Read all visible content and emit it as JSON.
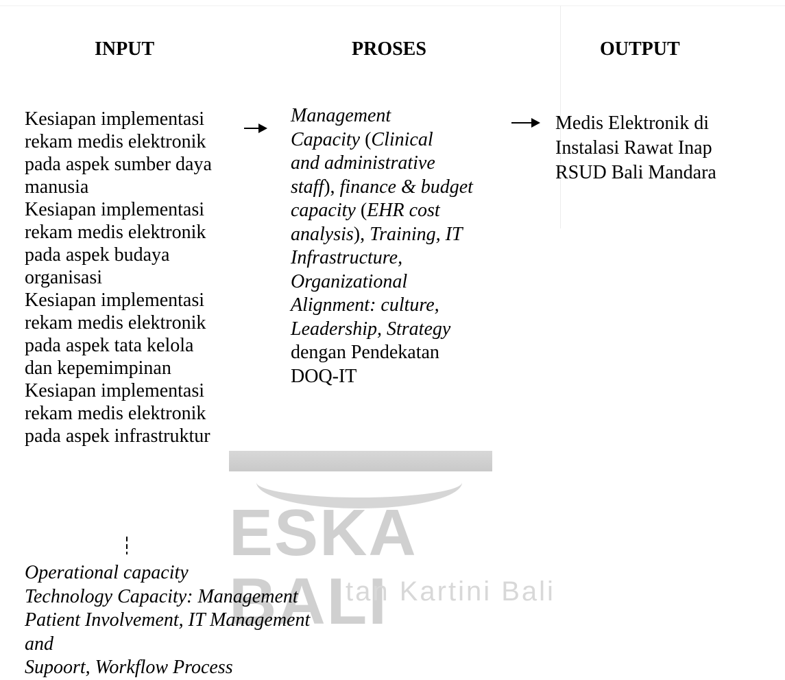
{
  "headings": {
    "input": "INPUT",
    "proses": "PROSES",
    "output": "OUTPUT"
  },
  "input_lines": [
    "Kesiapan implementasi",
    "rekam medis elektronik",
    "pada aspek sumber daya",
    "manusia",
    "Kesiapan implementasi",
    "rekam medis elektronik",
    "pada aspek budaya",
    "organisasi",
    "Kesiapan implementasi",
    "rekam medis elektronik",
    "pada aspek tata kelola",
    "dan kepemimpinan",
    "Kesiapan implementasi",
    "rekam medis elektronik",
    "pada aspek infrastruktur"
  ],
  "proses": {
    "l1": "Management",
    "l2a": "Capacity",
    "l2b": " (",
    "l2c": "Clinical",
    "l3": "and administrative",
    "l4a": "staff",
    "l4b": "), ",
    "l4c": "finance & budget",
    "l5a": "capacity",
    "l5b": " (",
    "l5c": "EHR cost",
    "l6a": "analysis",
    "l6b": "), ",
    "l6c": "Training,  IT",
    "l7": "Infrastructure,",
    "l8": "Organizational",
    "l9": "Alignment: culture,",
    "l10": "Leadership, Strategy",
    "l11": "dengan Pendekatan",
    "l12": "DOQ-IT"
  },
  "output_lines": [
    "Medis Elektronik di",
    "Instalasi Rawat Inap",
    "RSUD Bali Mandara"
  ],
  "bottom_lines": [
    "Operational capacity",
    "Technology Capacity: Management",
    "Patient Involvement, IT Management",
    "and",
    "Supoort, Workflow Process"
  ],
  "watermark": {
    "main": "ESKA BALI",
    "sub": "tan Kartini Bali"
  }
}
